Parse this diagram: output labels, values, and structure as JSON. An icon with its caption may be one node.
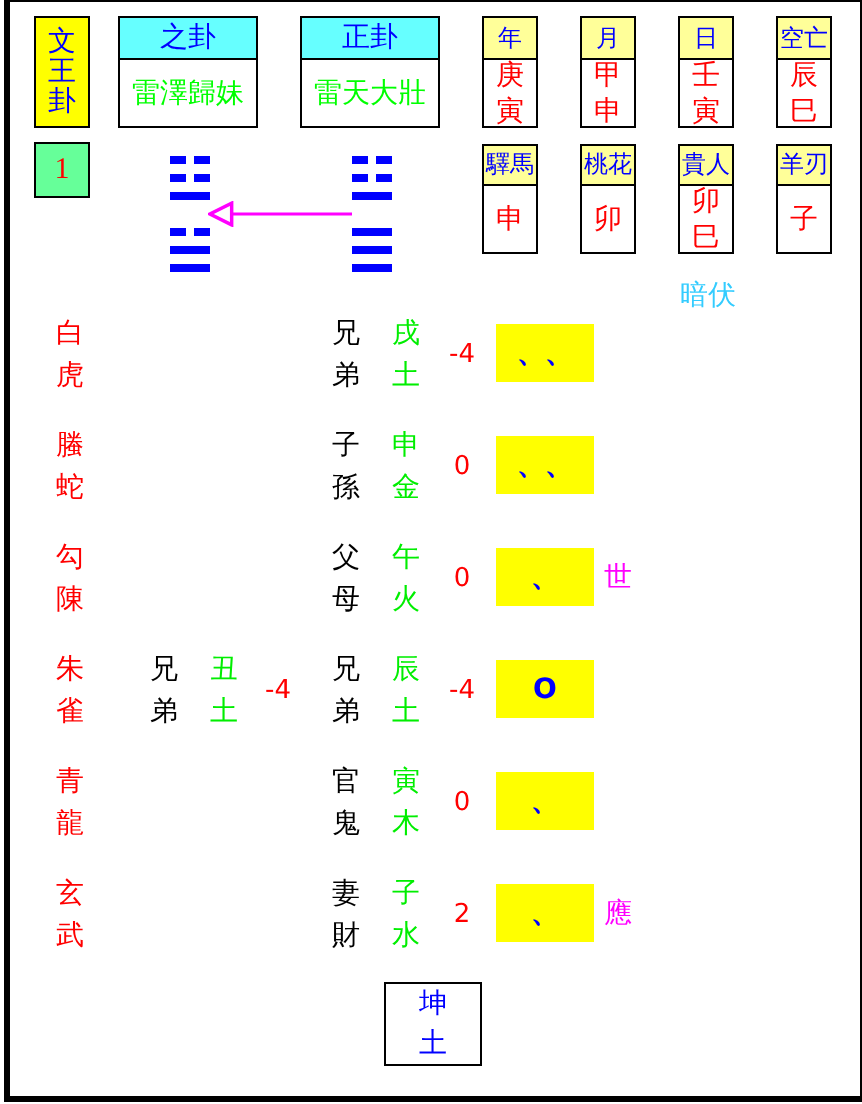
{
  "diagram": {
    "nodes": [
      {
        "text": [
          "文王卦"
        ]
      },
      {
        "text": [
          "之卦",
          "雷澤歸妹"
        ]
      },
      {
        "text": [
          "正卦",
          "雷天大壯"
        ]
      },
      {
        "text": [
          "年",
          "庚寅"
        ]
      },
      {
        "text": [
          "月",
          "甲申"
        ]
      },
      {
        "text": [
          "日",
          "壬寅"
        ]
      },
      {
        "text": [
          "空亡",
          "辰巳"
        ]
      },
      {
        "text": [
          "1"
        ]
      },
      {
        "text": [],
        "shape": "picture"
      },
      {
        "text": [],
        "shape": "picture"
      },
      {
        "text": [
          "驛馬",
          "申"
        ]
      },
      {
        "text": [
          "桃花",
          "卯"
        ]
      },
      {
        "text": [
          "貴人",
          "卯巳"
        ]
      },
      {
        "text": [
          "羊刃",
          "子"
        ]
      },
      {
        "text": [
          "、、"
        ]
      },
      {
        "text": [
          "、、"
        ]
      },
      {
        "text": [
          "、"
        ],
        "beside": [
          "世"
        ]
      },
      {
        "text": [
          "O"
        ]
      },
      {
        "text": [
          "、"
        ]
      },
      {
        "text": [
          "、"
        ],
        "beside": [
          "應"
        ]
      },
      {
        "text": [
          "坤土"
        ]
      }
    ],
    "edges": [
      {
        "from": 9,
        "to": 8,
        "arrow": "to",
        "color": "#ff00ff"
      }
    ],
    "labels": [
      "暗伏",
      "白虎",
      "兄弟",
      "戌土",
      "-4",
      "螣蛇",
      "子孫",
      "申金",
      "0",
      "勾陳",
      "父母",
      "午火",
      "0",
      "朱雀",
      "兄弟",
      "丑土",
      "-4",
      "兄弟",
      "辰土",
      "-4",
      "青龍",
      "官鬼",
      "寅木",
      "0",
      "玄武",
      "妻財",
      "子水",
      "2"
    ]
  }
}
